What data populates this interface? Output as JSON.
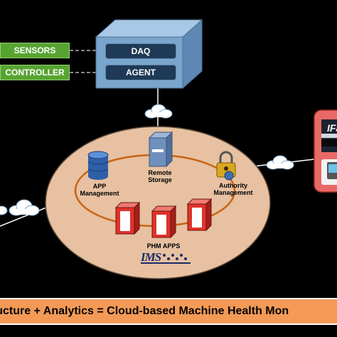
{
  "edge": {
    "sensors": "SENSORS",
    "controller": "CONTROLLER",
    "daq": "DAQ",
    "agent": "AGENT"
  },
  "cloud_platform": {
    "app_management": "APP\nManagement",
    "remote_storage": "Remote\nStorage",
    "authority_management": "Authority\nManagement",
    "phm_apps": "PHM APPS",
    "logo_text": "IMS"
  },
  "device_panel": {
    "partial_text": "IFa"
  },
  "banner": {
    "text": "ructure + Analytics = Cloud-based Machine Health Mon"
  },
  "colors": {
    "background": "#000000",
    "label_green": "#58a432",
    "daq_box": "#7aa5cc",
    "ellipse_fill": "#e7c1a1",
    "ring": "#c86414",
    "server_red": "#e0332a",
    "banner": "#f39a57",
    "device_panel": "#e86a66"
  }
}
